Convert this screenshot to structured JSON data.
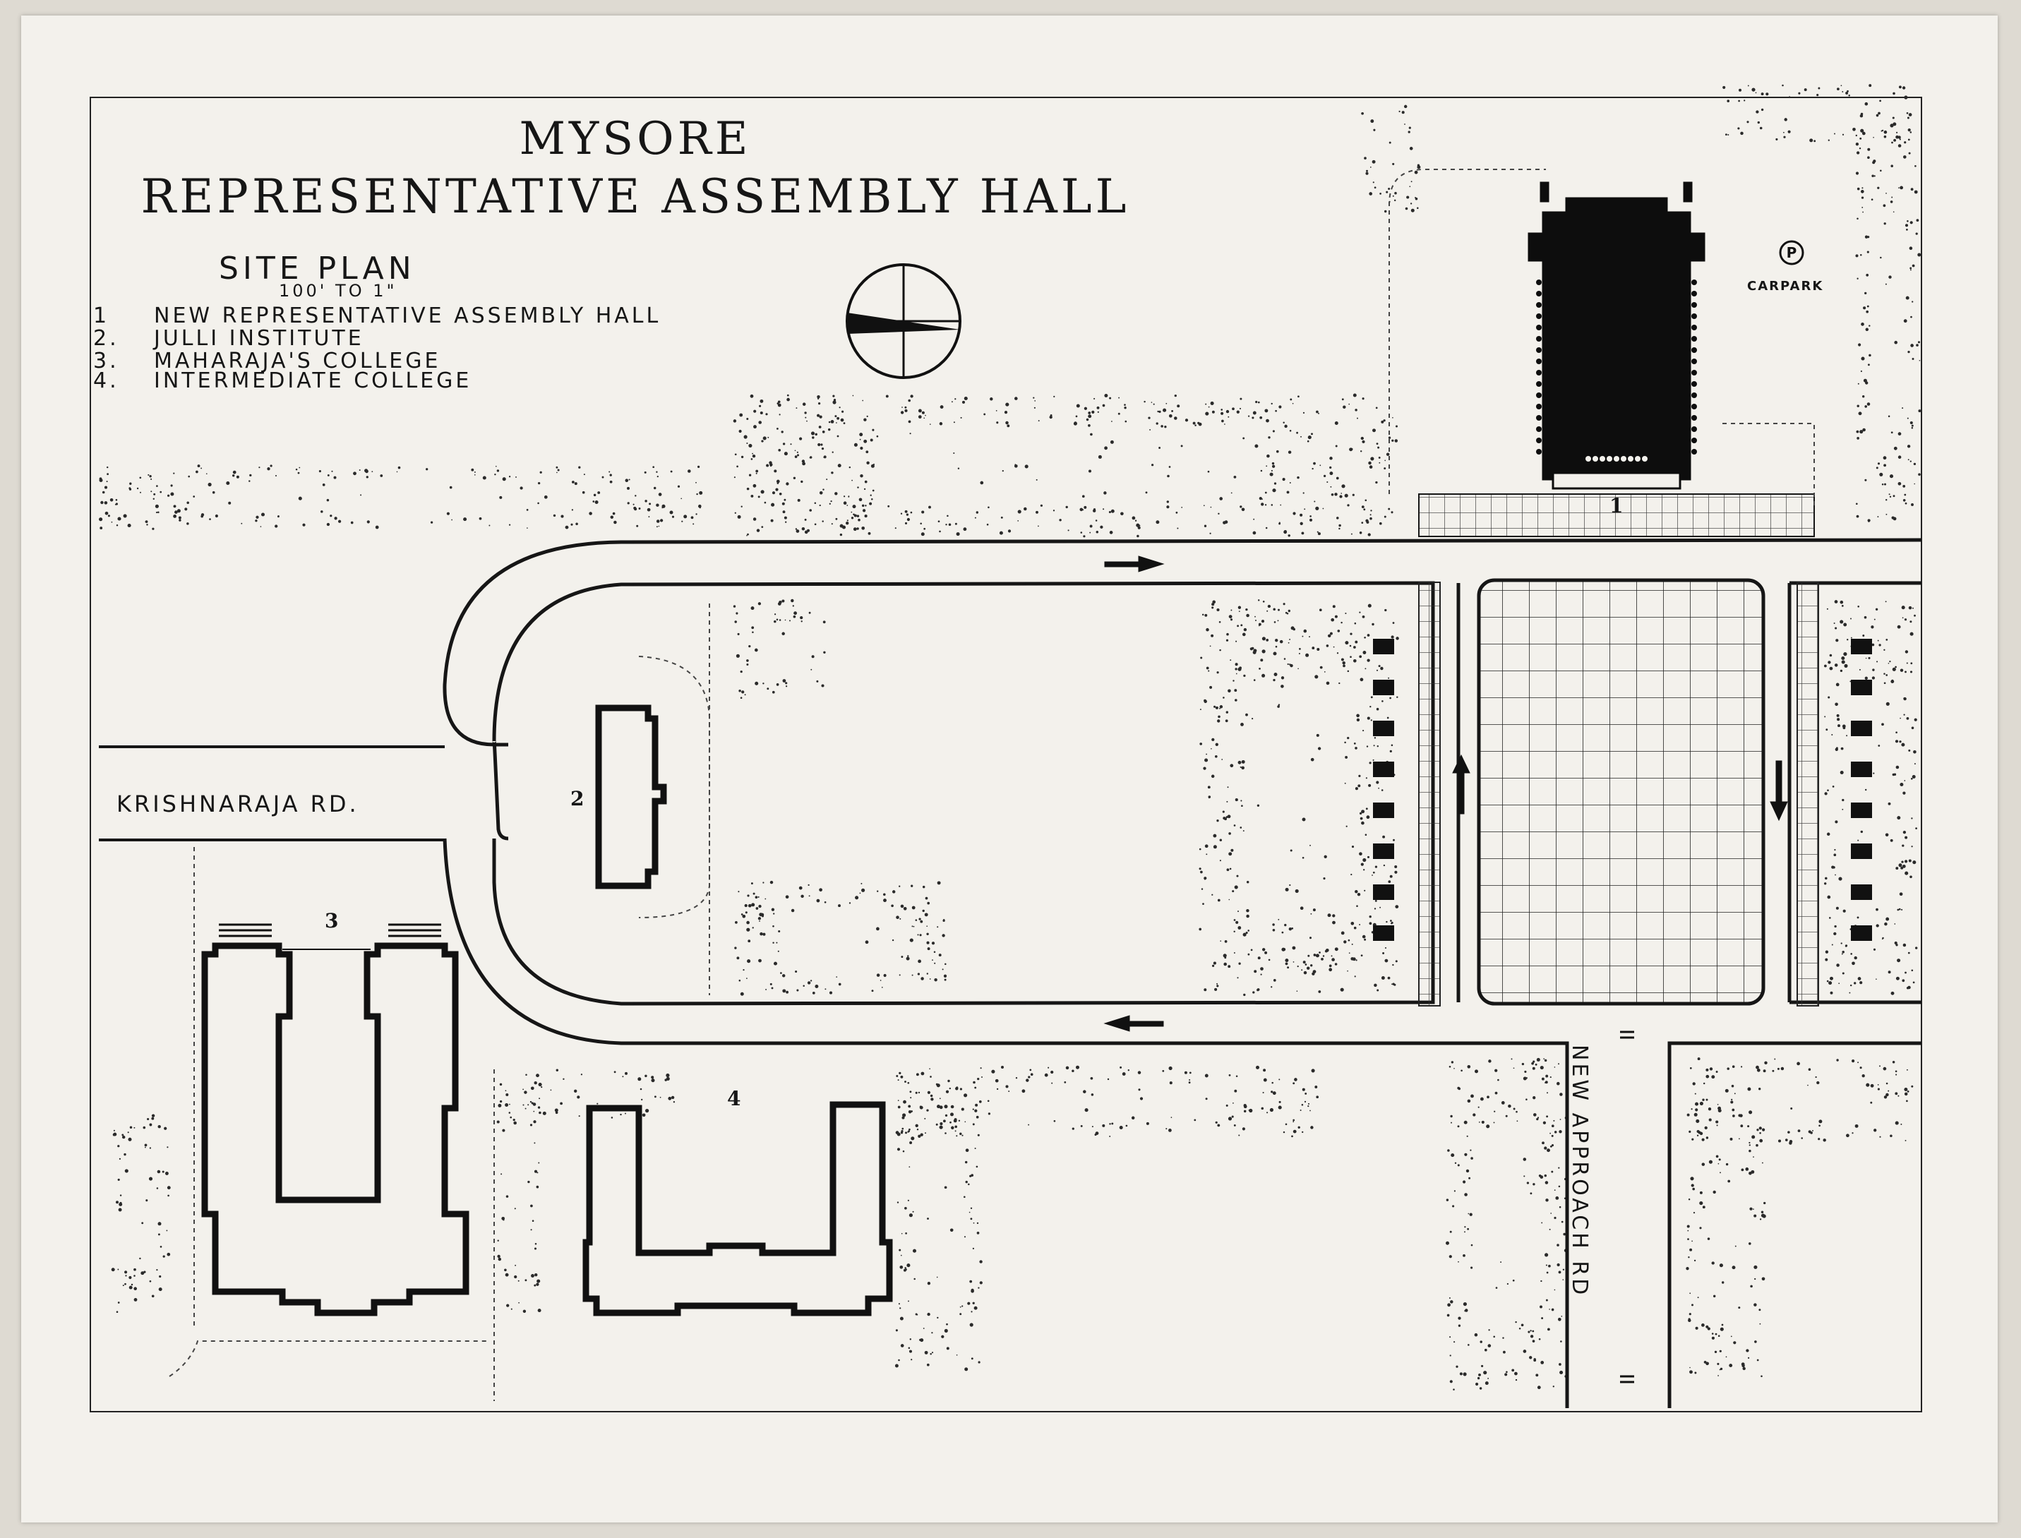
{
  "title": {
    "line1": "MYSORE",
    "line2": "REPRESENTATIVE ASSEMBLY HALL"
  },
  "site_plan": {
    "heading": "SITE PLAN",
    "scale": "100' TO 1\""
  },
  "legend": [
    {
      "number": "1",
      "label": "NEW REPRESENTATIVE ASSEMBLY HALL"
    },
    {
      "number": "2.",
      "label": "JULLI INSTITUTE"
    },
    {
      "number": "3.",
      "label": "MAHARAJA'S COLLEGE"
    },
    {
      "number": "4.",
      "label": "INTERMEDIATE COLLEGE"
    }
  ],
  "roads": {
    "krishnaraja": "KRISHNARAJA RD.",
    "new_approach": "NEW APPROACH RD"
  },
  "parking": {
    "symbol": "P",
    "label": "CARPARK"
  },
  "building_numbers": {
    "assembly_hall": "1",
    "julli_institute": "2",
    "maharajas_college": "3",
    "intermediate_college": "4"
  },
  "colors": {
    "paper": "#f3f1ec",
    "ink": "#161616",
    "trees": "#2a2a2a"
  },
  "icons": [
    "north-compass-icon",
    "parking-icon",
    "arrow-right-icon",
    "arrow-up-icon",
    "arrow-down-icon",
    "arrow-left-icon"
  ]
}
